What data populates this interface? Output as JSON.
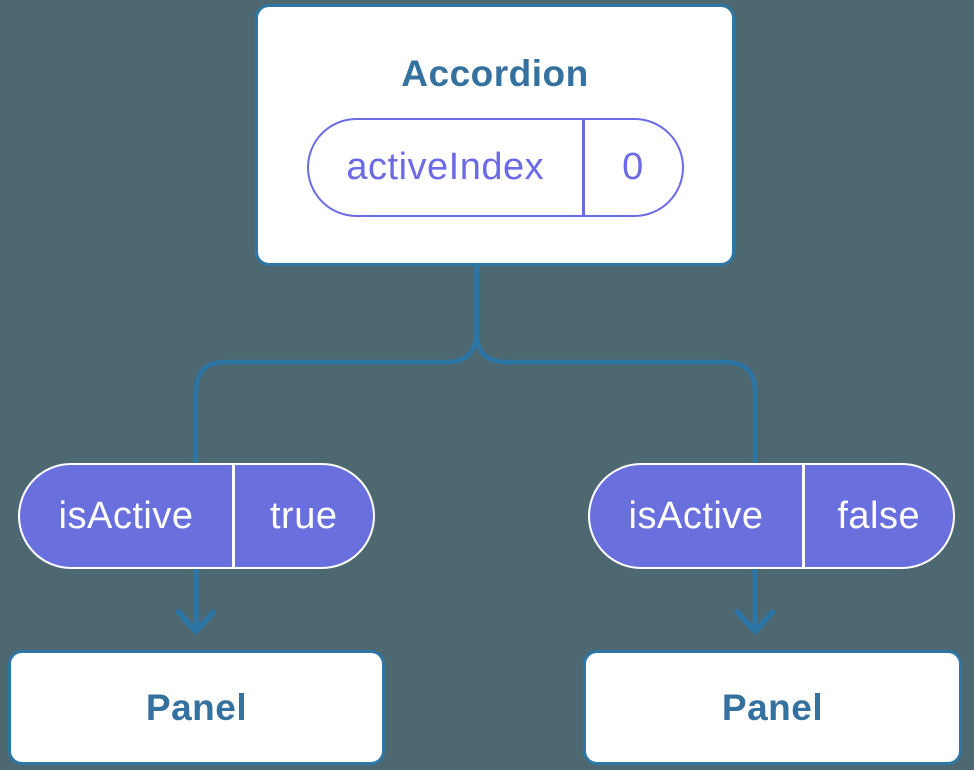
{
  "colors": {
    "background": "#4e6871",
    "connector_blue": "#2c76a7",
    "node_border_blue": "#2e76a4",
    "node_text_blue": "#35719e",
    "pill_purple_fill": "#6a6fde",
    "pill_purple_outline": "#6c6be5",
    "pill_text_white": "#ffffff"
  },
  "tree": {
    "root": {
      "title": "Accordion",
      "state_pill": {
        "label": "activeIndex",
        "value": "0"
      }
    },
    "children": [
      {
        "prop_pill": {
          "label": "isActive",
          "value": "true"
        },
        "node_title": "Panel"
      },
      {
        "prop_pill": {
          "label": "isActive",
          "value": "false"
        },
        "node_title": "Panel"
      }
    ]
  }
}
